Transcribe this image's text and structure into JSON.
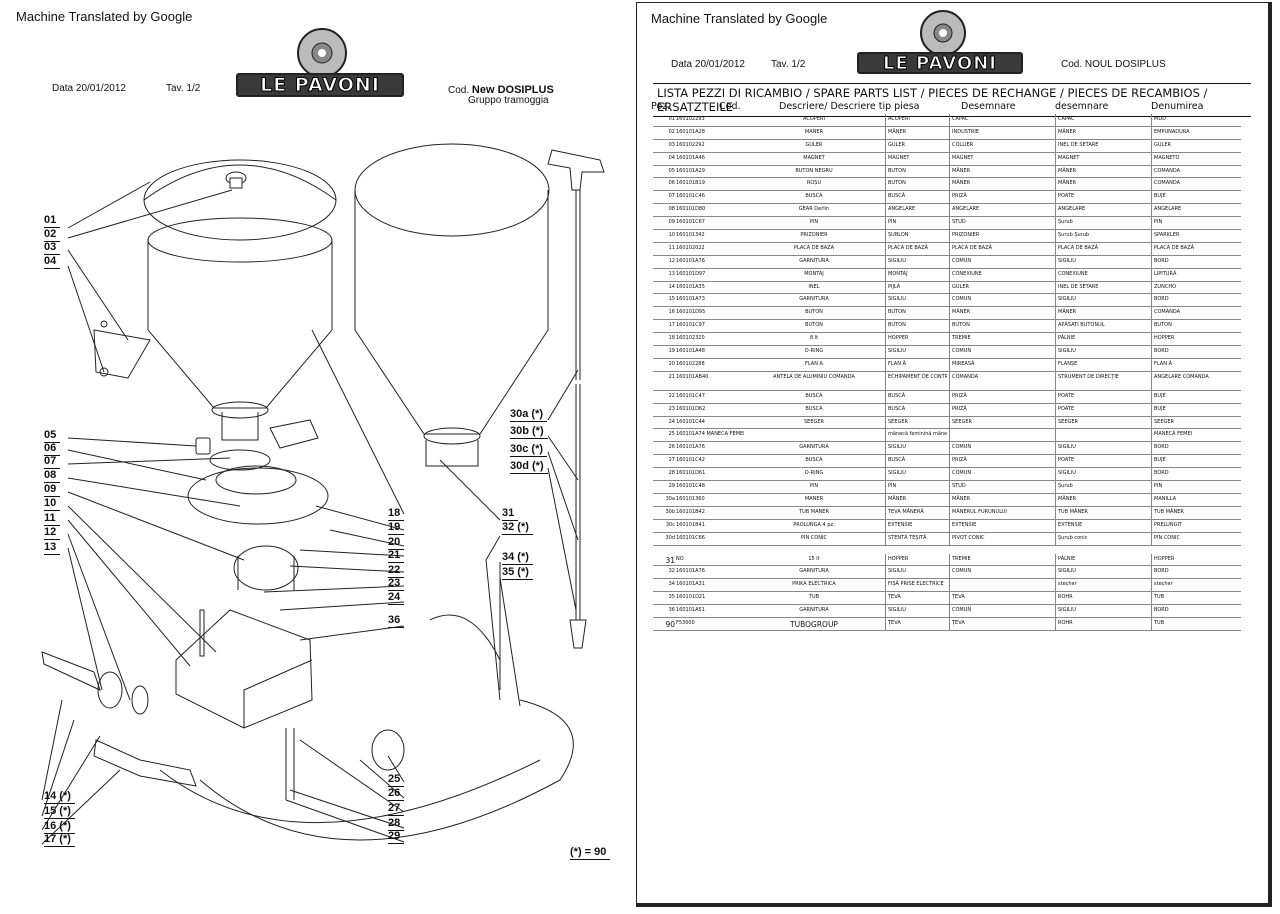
{
  "left": {
    "machine_translated": "Machine Translated by Google",
    "date": "Data  20/01/2012",
    "tav": "Tav. 1/2",
    "logo": "LE PAVONI",
    "cod_label": "Cod.",
    "cod_value": "New DOSIPLUS",
    "group": "Gruppo  tramoggia",
    "footnote": "(*) = 90",
    "labels": [
      "01",
      "02",
      "03",
      "04",
      "05",
      "06",
      "07",
      "08",
      "09",
      "10",
      "11",
      "12",
      "13",
      "14 (*)",
      "15 (*)",
      "16 (*)",
      "17 (*)",
      "18",
      "19",
      "20",
      "21",
      "22",
      "23",
      "24",
      "25",
      "26",
      "27",
      "28",
      "29",
      "30a (*)",
      "30b (*)",
      "30c (*)",
      "30d (*)",
      "31",
      "32 (*)",
      "34 (*)",
      "35 (*)",
      "36"
    ]
  },
  "right": {
    "machine_translated": "Machine Translated by Google",
    "date": "Data 20/01/2012",
    "tav": "Tav. 1/2",
    "logo": "LE PAVONI",
    "cod": "Cod. NOUL DOSIPLUS",
    "list_title": "LISTA PEZZI DI RICAMBIO / SPARE PARTS LIST / PIECES DE RECHANGE / PIECES DE RECAMBIOS / ERSATZTEILE",
    "columns": [
      "Poz.",
      "Cod.",
      "Descriere/ Descriere tip piesa",
      "Desemnare",
      "desemnare",
      "Denumirea"
    ],
    "rows": [
      [
        "01",
        "160102293",
        "ACOPERI",
        "ACOPERI",
        "CAPAC",
        "CAPAC",
        "MDD"
      ],
      [
        "02",
        "160101A28",
        "MÂNER",
        "MÂNER",
        "INDUSTRIE",
        "MÂNER",
        "EMPUNADURA"
      ],
      [
        "03",
        "160102292",
        "GULER",
        "GULER",
        "COLLIER",
        "INEL DE SETARE",
        "GULER"
      ],
      [
        "04",
        "160101A46",
        "MAGNET",
        "MAGNET",
        "MAGNET",
        "MAGNET",
        "MAGNETO"
      ],
      [
        "05",
        "160101A29",
        "BUTON NEGRU",
        "BUTON",
        "MÂNER",
        "MÂNER",
        "COMANDA"
      ],
      [
        "06",
        "160101B19",
        "ROȘU",
        "BUTON",
        "MÂNER",
        "MÂNER",
        "COMANDA"
      ],
      [
        "07",
        "160101C46",
        "BUSCĂ",
        "BUSCĂ",
        "PRIZĂ",
        "POATE",
        "BUJE"
      ],
      [
        "08",
        "160101D80",
        "GEAR Derlin",
        "ANGELARE",
        "ANGELARE",
        "ANGELARE",
        "ANGELARE"
      ],
      [
        "09",
        "160101C67",
        "PIN",
        "PIN",
        "STUD",
        "Șurub",
        "PIN"
      ],
      [
        "10",
        "160101342",
        "PRIZONIER",
        "ȘUBLON",
        "PRIZONIER",
        "Șurub Șurub",
        "SPARKLER"
      ],
      [
        "11",
        "160102022",
        "PLACA DE BAZĂ",
        "PLACA DE BAZĂ",
        "PLACA DE BAZĂ",
        "PLACA DE BAZĂ",
        "PLACA DE BAZĂ"
      ],
      [
        "12",
        "160101A76",
        "GARNITURĂ",
        "SIGILIU",
        "COMUN",
        "SIGILIU",
        "BORD"
      ],
      [
        "13",
        "160101D97",
        "MONTAJ",
        "MONTAJ",
        "CONEXIUNE",
        "CONEXIUNE",
        "LIPITURĂ"
      ],
      [
        "14",
        "160101A35",
        "INEL",
        "PIJLĂ",
        "GULER",
        "INEL DE SETARE",
        "ZUNCHO"
      ],
      [
        "15",
        "160101A73",
        "GARNITURĂ",
        "SIGILIU",
        "COMUN",
        "SIGILIU",
        "BORD"
      ],
      [
        "16",
        "160101D95",
        "BUTON",
        "BUTON",
        "MÂNER",
        "MÂNER",
        "COMANDA"
      ],
      [
        "17",
        "160101C97",
        "BUTON",
        "BUTON",
        "BUTON",
        "APĂSAȚI BUTONUL",
        "BUTON"
      ],
      [
        "18",
        "160102320",
        "8 lt",
        "HOPPER",
        "TREMIE",
        "PÂLNIE",
        "HOPPER"
      ],
      [
        "19",
        "160101A48",
        "O-RING",
        "SIGILIU",
        "COMUN",
        "SIGILIU",
        "BORD"
      ],
      [
        "20",
        "160102288",
        "FLAN    Ă",
        "FLAN    Ă",
        "MIREASĂ",
        "FLANȘE",
        "FLAN    Ă"
      ],
      [
        "21",
        "160101AB40",
        "ANTELĂ DE            ALUMINIU COMANDA",
        "ECHIPAMENT DE CONTROL",
        "COMANDA",
        "STRUMENT DE DIRECȚIE",
        "ANGELARE COMANDA"
      ],
      [
        "22",
        "160101C47",
        "BUSCĂ",
        "BUSCĂ",
        "PRIZĂ",
        "POATE",
        "BUJE"
      ],
      [
        "23",
        "160101D62",
        "BUSCĂ",
        "BUSCĂ",
        "PRIZĂ",
        "POATE",
        "BUJE"
      ],
      [
        "24",
        "160101C44",
        "SEEGER",
        "SEEGER",
        "SEEGER",
        "SEEGER",
        "SEEGER"
      ],
      [
        "25",
        "160101A74 MANECĂ FEMEI",
        "",
        "mânecă feminină mânecă feminină MUTTER-HÜLSE",
        "",
        "",
        "MANECĂ FEMEI"
      ],
      [
        "26",
        "160101A76",
        "GARNITURĂ",
        "SIGILIU",
        "COMUN",
        "SIGILIU",
        "BORD"
      ],
      [
        "27",
        "160101C42",
        "BUSCĂ",
        "BUSCĂ",
        "PRIZĂ",
        "POATE",
        "BUJE"
      ],
      [
        "28",
        "160101D61",
        "O-RING",
        "SIGILIU",
        "COMUN",
        "SIGILIU",
        "BORD"
      ],
      [
        "29",
        "160101C48",
        "PIN",
        "PIN",
        "STUD",
        "Șurub",
        "PIN"
      ],
      [
        "30a",
        "160101360",
        "MÂNER",
        "MÂNER",
        "MÂNER",
        "MÂNER",
        "MANILLA"
      ],
      [
        "30b",
        "160101B42",
        "TUB MÂNER",
        "TEVA MÂNERĂ",
        "MÂNERUL FURUNULUI",
        "TUB MÂNER",
        "TUB MÂNER"
      ],
      [
        "30c",
        "160101B41",
        "PROLUNGA 4 pz.",
        "EXTENSIE",
        "EXTENSIE",
        "EXTENSIE",
        "PRELUNGIT"
      ],
      [
        "30d",
        "160101C66",
        "PIN CONIC",
        "STENTĂ TEȘITĂ",
        "PIVOT CONIC",
        "Șurub conic",
        "PIN CONIC"
      ],
      [
        "31",
        "NO",
        "15 lt",
        "HOPPER",
        "TREMIE",
        "PÂLNIE",
        "HOPPER"
      ],
      [
        "32",
        "160101A76",
        "GARNITURĂ",
        "SIGILIU",
        "COMUN",
        "SIGILIU",
        "BORD"
      ],
      [
        "34",
        "160101A31",
        "PRIKA ELECTRICA",
        "FIȘĂ PRISE ELECTRICE",
        "",
        "stecher",
        "stecher"
      ],
      [
        "35",
        "160101D21",
        "TUB",
        "ȚEVA",
        "ȚEVA",
        "ROHR",
        "TUB"
      ],
      [
        "36",
        "160101A51",
        "GARNITURĂ",
        "SIGILIU",
        "COMUN",
        "SIGILIU",
        "BORD"
      ],
      [
        "90",
        "F53000",
        "TUBOGROUP",
        "ȚEVA",
        "ȚEVA",
        "ROHR",
        "TUB"
      ]
    ]
  }
}
